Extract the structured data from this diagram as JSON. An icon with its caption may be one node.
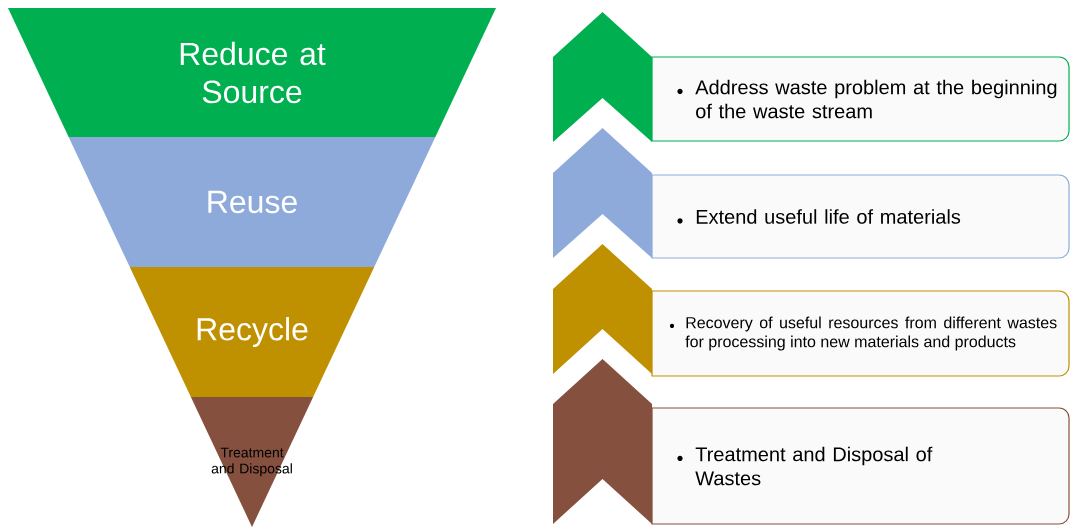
{
  "diagram": {
    "nodes": [
      {
        "text": [
          "Reduce at Source"
        ]
      },
      {
        "text": [
          "Reuse"
        ]
      },
      {
        "text": [
          "Recycle"
        ]
      },
      {
        "text": [
          "Treatment and Disposal"
        ]
      },
      {
        "text": [
          "Address waste problem at the beginning of the waste stream"
        ]
      },
      {
        "text": [
          "Extend useful life of materials"
        ]
      },
      {
        "text": [
          "Recovery of useful resources from different wastes for processing into new materials and products"
        ]
      },
      {
        "text": [
          "Treatment and Disposal of Wastes"
        ]
      }
    ]
  }
}
